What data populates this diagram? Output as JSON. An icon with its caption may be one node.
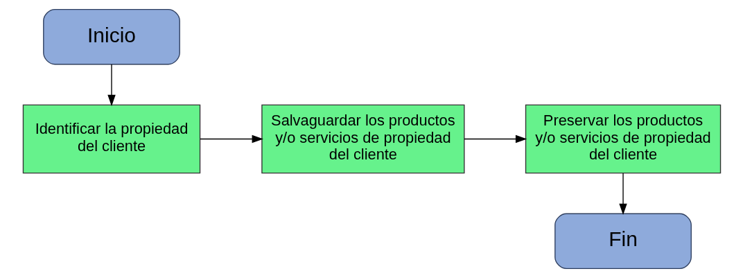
{
  "diagram": {
    "nodes": [
      {
        "text": [
          "Inicio"
        ]
      },
      {
        "text": [
          "Identificar la propiedad del cliente"
        ]
      },
      {
        "text": [
          "Salvaguardar los productos y/o servicios de propiedad del cliente"
        ]
      },
      {
        "text": [
          "Preservar los productos y/o servicios de propiedad del cliente"
        ]
      },
      {
        "text": [
          "Fin"
        ]
      }
    ],
    "edges": [
      {
        "from": 0,
        "to": 1,
        "arrow": "to"
      },
      {
        "from": 1,
        "to": 2,
        "arrow": "to"
      },
      {
        "from": 2,
        "to": 3,
        "arrow": "to"
      },
      {
        "from": 3,
        "to": 4,
        "arrow": "to"
      }
    ]
  }
}
